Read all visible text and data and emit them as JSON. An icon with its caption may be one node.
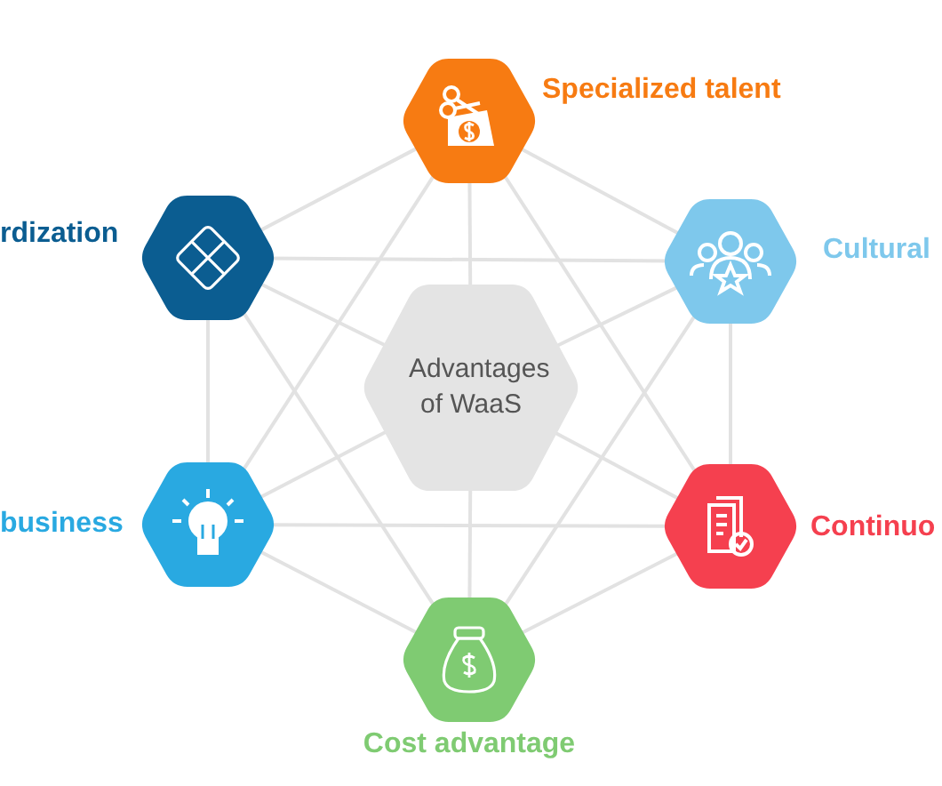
{
  "diagram": {
    "nodes": [
      {
        "text": [
          "Advantages of WaaS"
        ]
      },
      {
        "text": [
          "Specialized talent"
        ]
      },
      {
        "text": [
          "Cultural"
        ]
      },
      {
        "text": [
          "Continuo"
        ]
      },
      {
        "text": [
          "Cost advantage"
        ]
      },
      {
        "text": [
          "business"
        ]
      },
      {
        "text": [
          "rdization"
        ]
      }
    ],
    "edges": [
      {
        "from": 1,
        "to": 2,
        "arrow": "none"
      },
      {
        "from": 1,
        "to": 3,
        "arrow": "none"
      },
      {
        "from": 0,
        "to": 1,
        "arrow": "none"
      },
      {
        "from": 0,
        "to": 4,
        "arrow": "none"
      },
      {
        "from": 1,
        "to": 5,
        "arrow": "none"
      },
      {
        "from": 1,
        "to": 6,
        "arrow": "none"
      },
      {
        "from": 2,
        "to": 3,
        "arrow": "none"
      },
      {
        "from": 2,
        "to": 4,
        "arrow": "none"
      },
      {
        "from": 0,
        "to": 2,
        "arrow": "none"
      },
      {
        "from": 0,
        "to": 5,
        "arrow": "none"
      },
      {
        "from": 2,
        "to": 6,
        "arrow": "none"
      },
      {
        "from": 3,
        "to": 4,
        "arrow": "none"
      },
      {
        "from": 3,
        "to": 5,
        "arrow": "none"
      },
      {
        "from": 0,
        "to": 3,
        "arrow": "none"
      },
      {
        "from": 0,
        "to": 6,
        "arrow": "none"
      },
      {
        "from": 4,
        "to": 5,
        "arrow": "none"
      },
      {
        "from": 4,
        "to": 6,
        "arrow": "none"
      },
      {
        "from": 5,
        "to": 6,
        "arrow": "none"
      }
    ]
  }
}
